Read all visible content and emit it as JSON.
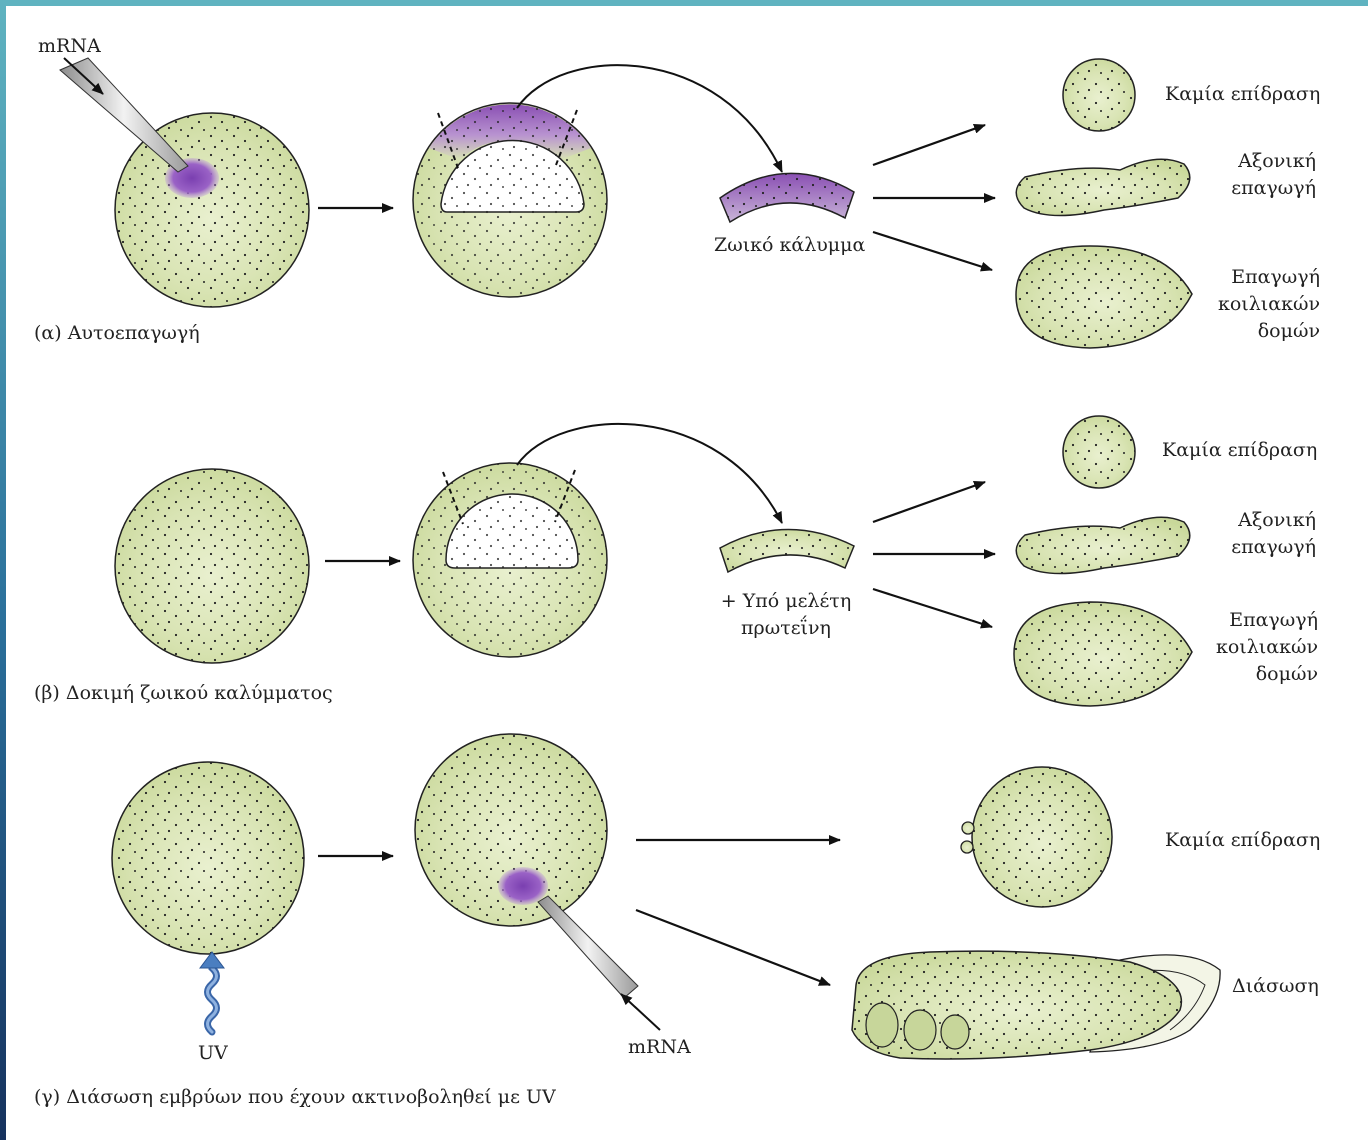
{
  "panel_a": {
    "caption": "(α)   Αυτοεπαγωγή",
    "mrna": "mRNA",
    "cap_label": "Ζωικό κάλυμμα",
    "outcome_none": "Καμία επίδραση",
    "outcome_axial_1": "Αξονική",
    "outcome_axial_2": "επαγωγή",
    "outcome_ventral_1": "Επαγωγή",
    "outcome_ventral_2": "κοιλιακών",
    "outcome_ventral_3": "δομών"
  },
  "panel_b": {
    "caption": "(β)   Δοκιμή ζωικού καλύμματος",
    "cap_label_1": "+ Υπό μελέτη",
    "cap_label_2": "πρωτεΐνη",
    "outcome_none": "Καμία επίδραση",
    "outcome_axial_1": "Αξονική",
    "outcome_axial_2": "επαγωγή",
    "outcome_ventral_1": "Επαγωγή",
    "outcome_ventral_2": "κοιλιακών",
    "outcome_ventral_3": "δομών"
  },
  "panel_c": {
    "caption": "(γ)   Διάσωση εμβρύων που έχουν ακτινοβοληθεί με UV",
    "uv": "UV",
    "mrna": "mRNA",
    "outcome_none": "Καμία επίδραση",
    "outcome_rescue": "Διάσωση"
  },
  "colors": {
    "embryo_fill": "#d9e4b4",
    "embryo_shade": "#c3d590",
    "purple": "#8a4fb3",
    "uv_arrow": "#4a7ec0",
    "frame_top": "#5fb3c0",
    "frame_left_bottom": "#16325e"
  }
}
